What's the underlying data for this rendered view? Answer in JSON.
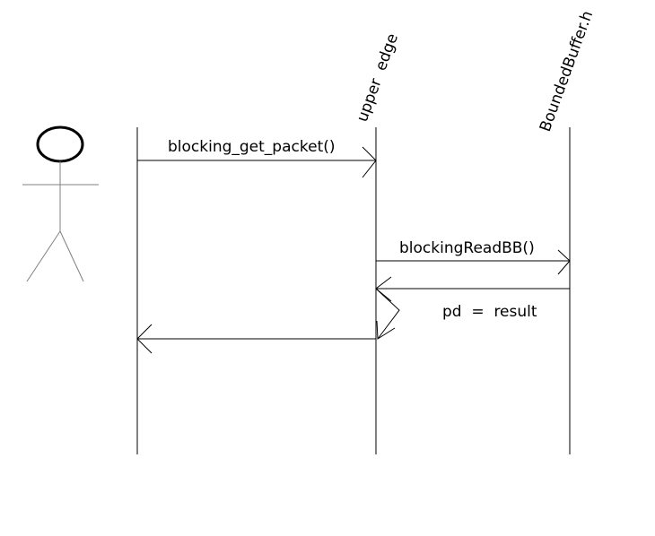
{
  "diagram": {
    "type": "sequence",
    "lifelines": [
      {
        "label": ""
      },
      {
        "label": "upper  edge"
      },
      {
        "label": "BoundedBuffer.h"
      }
    ],
    "messages": [
      {
        "from": 0,
        "to": 1,
        "label": "blocking_get_packet()"
      },
      {
        "from": 1,
        "to": 2,
        "label": "blockingReadBB()"
      },
      {
        "from": 2,
        "to": 1,
        "label": ""
      },
      {
        "from": 1,
        "to": 1,
        "label": "pd  =  result"
      },
      {
        "from": 1,
        "to": 0,
        "label": ""
      }
    ]
  },
  "colors": {
    "line": "#000000",
    "actor_body": "#808080",
    "background": "#ffffff"
  }
}
